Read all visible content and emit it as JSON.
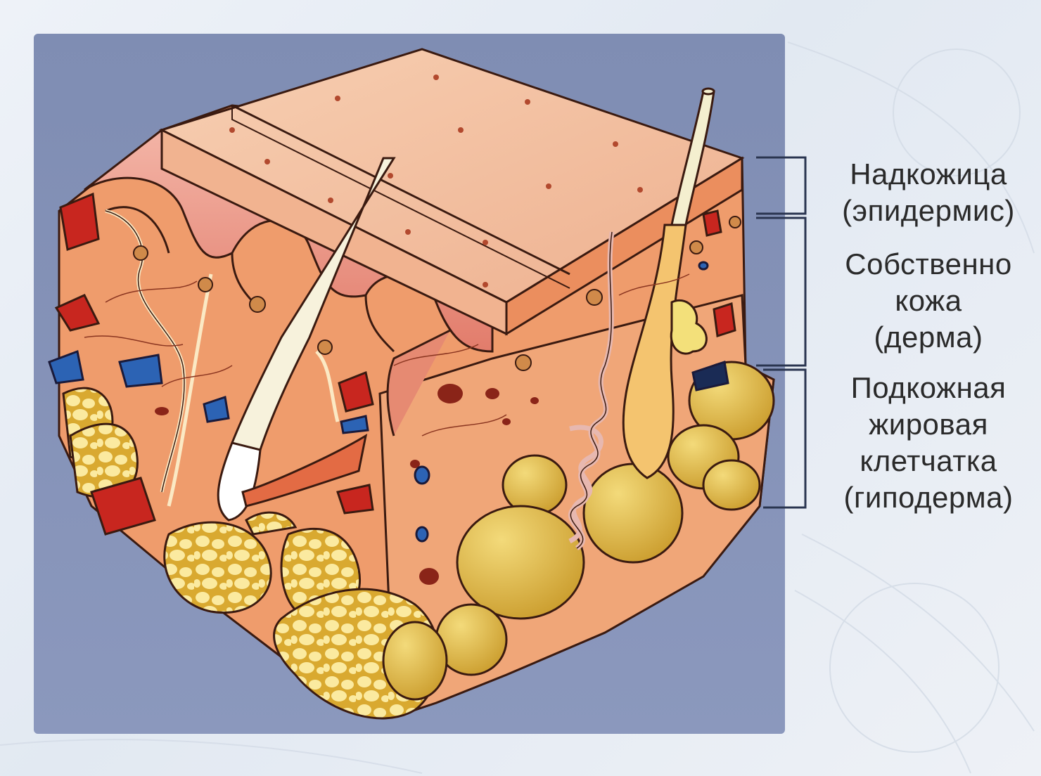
{
  "labels": {
    "epidermis": [
      "Надкожица",
      "(эпидермис)"
    ],
    "dermis": [
      "Собственно",
      "кожа",
      "(дерма)"
    ],
    "hypodermis": [
      "Подкожная",
      "жировая",
      "клетчатка",
      "(гиподерма)"
    ]
  },
  "colors": {
    "panel": "#8592b7",
    "epidermis_top": "#f2c2a4",
    "dermis": "#f0a070",
    "papillae": "#e98f7c",
    "fat": "#e2c25a",
    "fat_lobule": "#f1d878",
    "artery": "#c8261f",
    "vein": "#2c63b4",
    "hair": "#f4efcf",
    "outline": "#3a1a10"
  }
}
